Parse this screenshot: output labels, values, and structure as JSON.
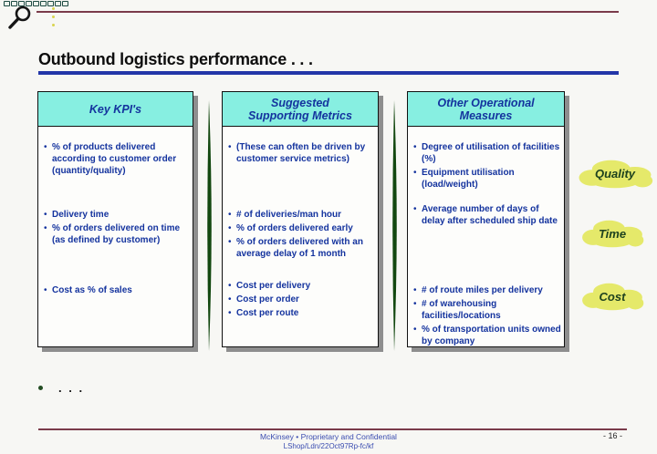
{
  "slide": {
    "title": "Outbound logistics performance . . .",
    "bottom_bullet": ". . .",
    "page_number": "- 16 -",
    "footer_line1": "McKinsey   •   Proprietary and Confidential",
    "footer_line2": "LShop/Ldn/22Oct97Rp-fc/kf"
  },
  "icons": {
    "top_left": "magnifier-icon",
    "top_strip": "chain-squares-decoration",
    "build_markers": "yellow-build-dots"
  },
  "columns": [
    {
      "header": "Key KPI's",
      "quality_items": [
        "% of products delivered according to customer order (quantity/quality)"
      ],
      "time_items": [
        "Delivery time",
        "% of orders delivered on time (as defined by customer)"
      ],
      "cost_items": [
        "Cost as % of sales"
      ]
    },
    {
      "header": "Suggested Supporting Metrics",
      "quality_items": [
        "(These can often be driven by customer service metrics)"
      ],
      "time_items": [
        "# of deliveries/man hour",
        "% of orders delivered early",
        "% of orders delivered with an average delay of 1 month"
      ],
      "cost_items": [
        "Cost per delivery",
        "Cost per order",
        "Cost per route"
      ]
    },
    {
      "header": "Other Operational Measures",
      "quality_items": [
        "Degree of utilisation of facilities (%)",
        "Equipment utilisation (load/weight)"
      ],
      "time_items": [
        "Average number of days of delay after scheduled ship date"
      ],
      "cost_items": [
        "# of route miles per delivery",
        "# of warehousing facilities/locations",
        "% of transportation units owned by company"
      ]
    }
  ],
  "clouds": [
    {
      "label": "Quality"
    },
    {
      "label": "Time"
    },
    {
      "label": "Cost"
    }
  ],
  "colors": {
    "background": "#f7f7f4",
    "header_cyan": "#87efe1",
    "text_blue": "#14339e",
    "title_underline_blue": "#2336a8",
    "maroon_rule": "#7a3b4a",
    "cloud_yellow": "#e5e96a",
    "cloud_text_green": "#1e421e",
    "divider_green": "#12470f",
    "shadow_gray": "#8e8e8e"
  }
}
